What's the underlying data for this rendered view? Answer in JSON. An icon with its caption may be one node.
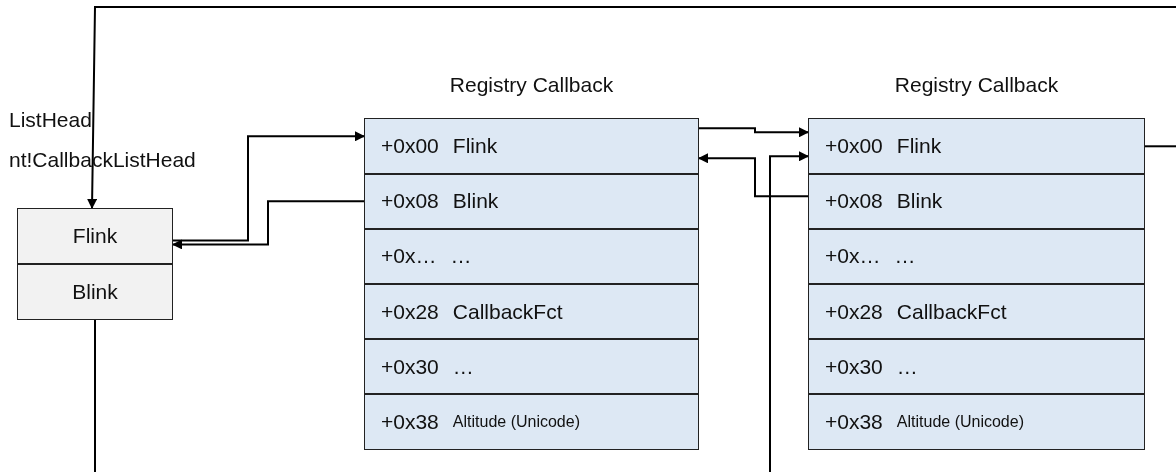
{
  "diagram": {
    "nodes": [
      {
        "text": [
          "ListHead",
          "nt!CallbackListHead"
        ]
      },
      {
        "text": [
          "Flink"
        ],
        "in": 0
      },
      {
        "text": [
          "Blink"
        ],
        "in": 0
      },
      {
        "text": [
          "Registry Callback"
        ]
      },
      {
        "text": [
          "+0x00",
          "Flink"
        ],
        "in": 3
      },
      {
        "text": [
          "+0x08",
          "Blink"
        ],
        "in": 3
      },
      {
        "text": [
          "+0x…",
          "…"
        ],
        "in": 3
      },
      {
        "text": [
          "+0x28",
          "CallbackFct"
        ],
        "in": 3
      },
      {
        "text": [
          "+0x30",
          "…"
        ],
        "in": 3
      },
      {
        "text": [
          "+0x38",
          "Altitude (Unicode)"
        ],
        "in": 3
      },
      {
        "text": [
          "Registry Callback"
        ]
      },
      {
        "text": [
          "+0x00",
          "Flink"
        ],
        "in": 10
      },
      {
        "text": [
          "+0x08",
          "Blink"
        ],
        "in": 10
      },
      {
        "text": [
          "+0x…",
          "…"
        ],
        "in": 10
      },
      {
        "text": [
          "+0x28",
          "CallbackFct"
        ],
        "in": 10
      },
      {
        "text": [
          "+0x30",
          "…"
        ],
        "in": 10
      },
      {
        "text": [
          "+0x38",
          "Altitude (Unicode)"
        ],
        "in": 10
      }
    ],
    "edges": [
      {
        "from": 1,
        "to": 4,
        "arrow": "to"
      },
      {
        "from": 5,
        "to": 1,
        "arrow": "to"
      },
      {
        "from": 4,
        "to": 11,
        "arrow": "to"
      },
      {
        "from": 12,
        "to": 4,
        "arrow": "to"
      },
      {
        "from": 11,
        "to": null,
        "arrow": "none"
      },
      {
        "from": null,
        "to": 1,
        "arrow": "to"
      },
      {
        "from": 2,
        "to": null,
        "arrow": "none"
      },
      {
        "from": null,
        "to": 11,
        "arrow": "to"
      }
    ]
  }
}
